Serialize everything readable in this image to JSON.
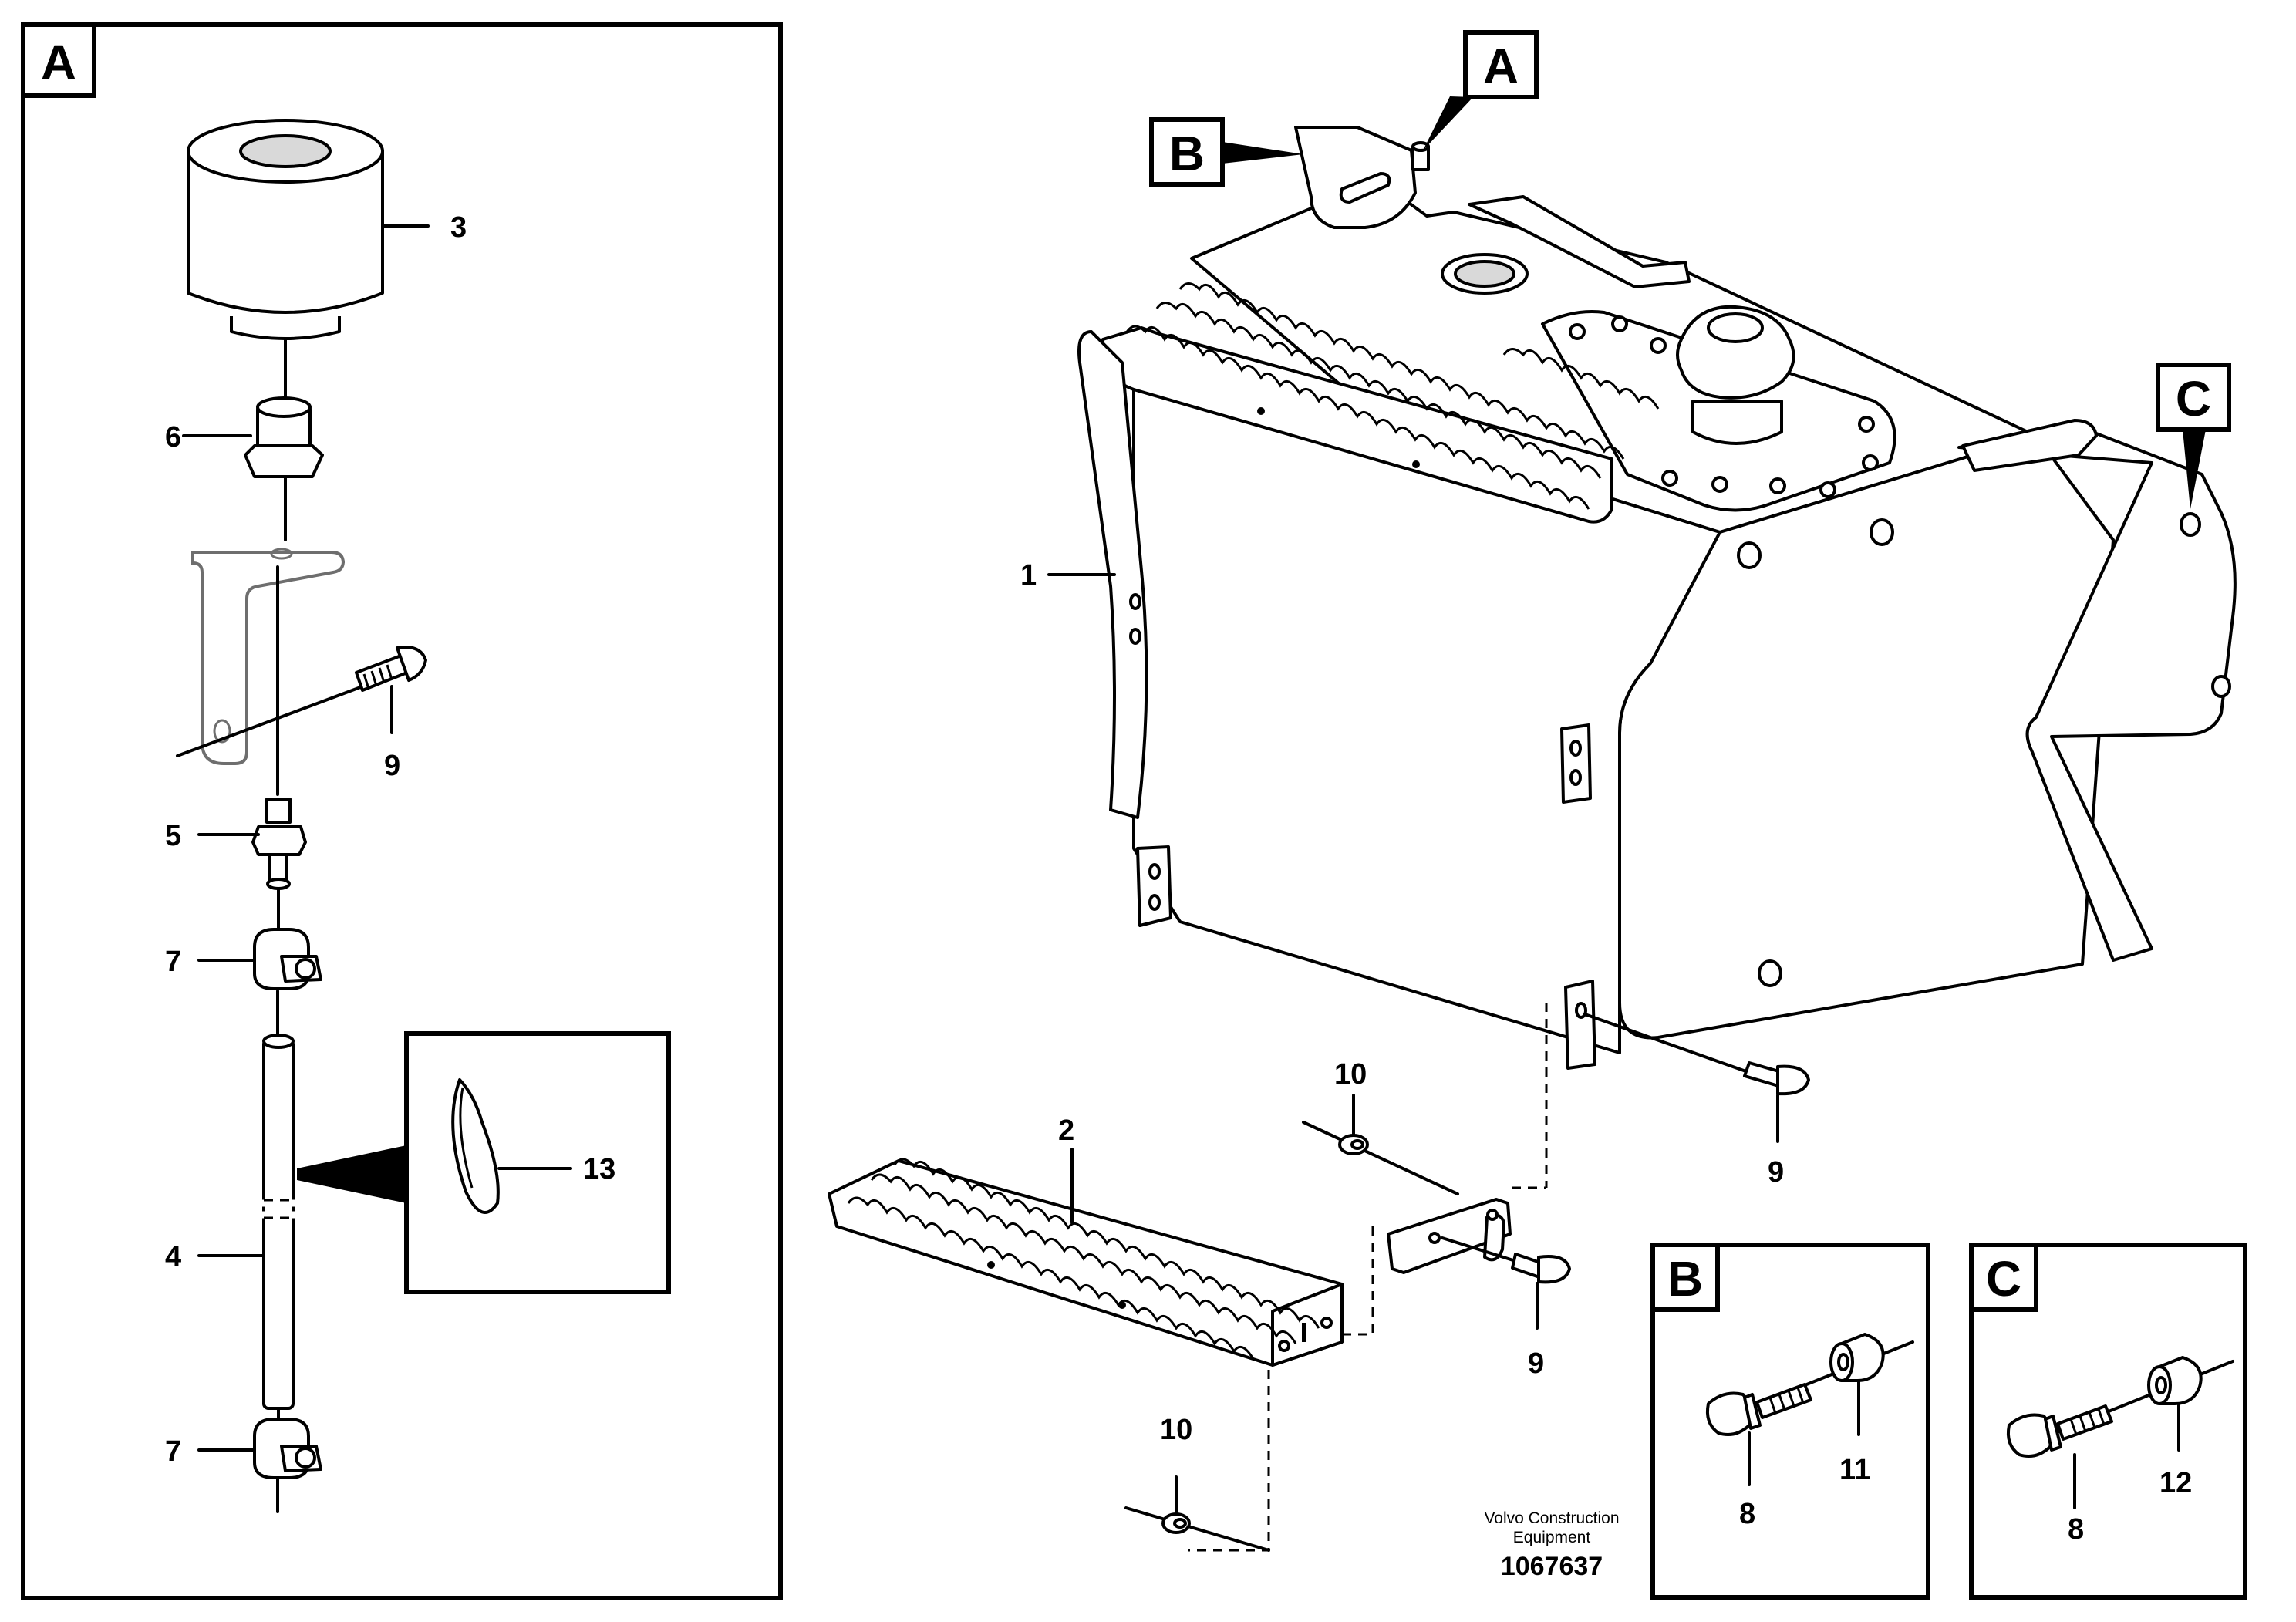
{
  "views": {
    "detail_a": "A",
    "detail_b": "B",
    "detail_c": "C",
    "ref_a": "A",
    "ref_b": "B",
    "ref_c": "C"
  },
  "callouts": {
    "p1": "1",
    "p2": "2",
    "p3": "3",
    "p4": "4",
    "p5": "5",
    "p6": "6",
    "p7_top": "7",
    "p7_bottom": "7",
    "p8_b": "8",
    "p8_c": "8",
    "p9_bracket": "9",
    "p9_tank": "9",
    "p9_step": "9",
    "p10_top": "10",
    "p10_bottom": "10",
    "p11": "11",
    "p12": "12",
    "p13": "13"
  },
  "footer": {
    "company_line1": "Volvo Construction",
    "company_line2": "Equipment",
    "document_number": "1067637"
  }
}
